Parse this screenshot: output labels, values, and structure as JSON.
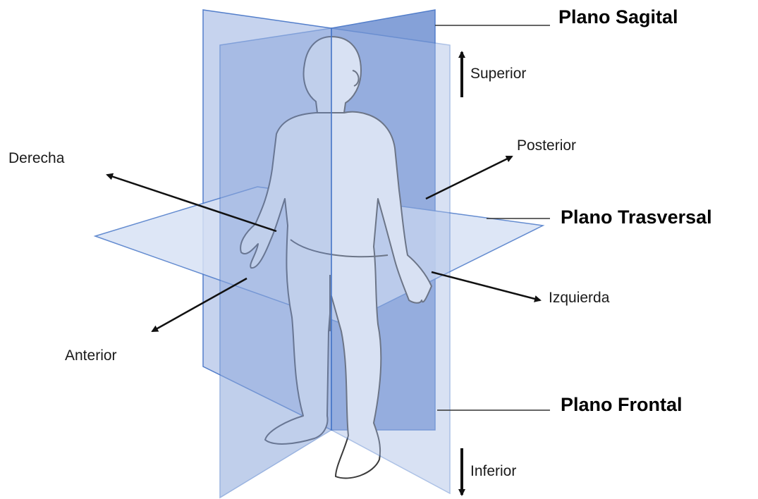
{
  "planes": {
    "sagittal": "Plano Sagital",
    "transverse": "Plano Trasversal",
    "frontal": "Plano Frontal"
  },
  "directions": {
    "superior": "Superior",
    "inferior": "Inferior",
    "right": "Derecha",
    "left": "Izquierda",
    "anterior": "Anterior",
    "posterior": "Posterior"
  },
  "colors": {
    "plane_back": "#7f9cd6",
    "plane_front": "#a9bde6",
    "plane_light": "#c9d5f0",
    "plane_edge": "#4a78c8",
    "figure_fill": "#ffffff",
    "figure_outline": "#3a3a3a",
    "arrow": "#111111"
  }
}
